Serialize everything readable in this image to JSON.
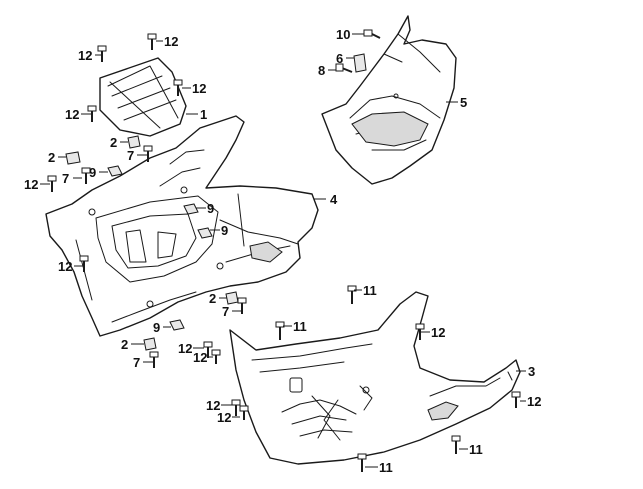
{
  "diagram": {
    "colors": {
      "line": "#1a1a1a",
      "background": "#ffffff",
      "shade": "#d9d9d9"
    },
    "parts": [
      {
        "id": "front-upper-cover",
        "number": "1"
      },
      {
        "id": "front-lower-cover",
        "number": "2"
      },
      {
        "id": "floor-panel-right",
        "number": "3"
      },
      {
        "id": "floor-panel-left-side",
        "number": "4"
      },
      {
        "id": "front-inner-cover",
        "number": "5"
      },
      {
        "id": "bracket",
        "number": "6"
      },
      {
        "id": "clip",
        "number": "7"
      },
      {
        "id": "clip-10",
        "number": "8"
      },
      {
        "id": "nut-clip",
        "number": "9"
      },
      {
        "id": "screw-10",
        "number": "10"
      },
      {
        "id": "bolt",
        "number": "11"
      },
      {
        "id": "screw",
        "number": "12"
      }
    ],
    "callouts": [
      {
        "text": "12"
      },
      {
        "text": "12"
      },
      {
        "text": "12"
      },
      {
        "text": "12"
      },
      {
        "text": "1"
      },
      {
        "text": "2"
      },
      {
        "text": "7"
      },
      {
        "text": "2"
      },
      {
        "text": "12"
      },
      {
        "text": "7"
      },
      {
        "text": "9"
      },
      {
        "text": "9"
      },
      {
        "text": "9"
      },
      {
        "text": "12"
      },
      {
        "text": "4"
      },
      {
        "text": "10"
      },
      {
        "text": "6"
      },
      {
        "text": "8"
      },
      {
        "text": "5"
      },
      {
        "text": "2"
      },
      {
        "text": "7"
      },
      {
        "text": "9"
      },
      {
        "text": "2"
      },
      {
        "text": "7"
      },
      {
        "text": "12"
      },
      {
        "text": "12"
      },
      {
        "text": "11"
      },
      {
        "text": "11"
      },
      {
        "text": "12"
      },
      {
        "text": "3"
      },
      {
        "text": "12"
      },
      {
        "text": "12"
      },
      {
        "text": "12"
      },
      {
        "text": "11"
      },
      {
        "text": "11"
      }
    ]
  }
}
